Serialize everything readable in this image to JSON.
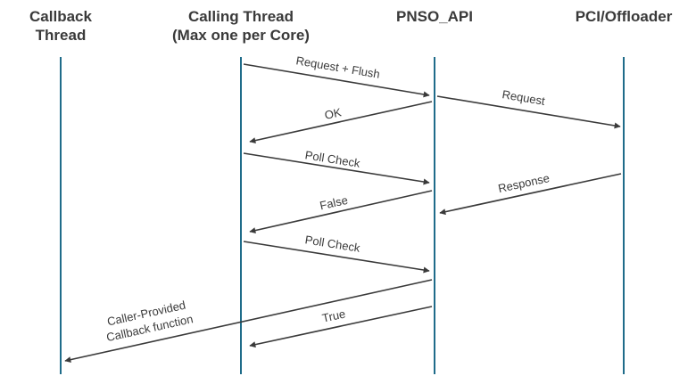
{
  "lifelines": [
    {
      "id": "callback",
      "lines": [
        "Callback",
        "Thread"
      ]
    },
    {
      "id": "calling",
      "lines": [
        "Calling Thread",
        "(Max one per Core)"
      ]
    },
    {
      "id": "pnso",
      "lines": [
        "PNSO_API"
      ]
    },
    {
      "id": "pci",
      "lines": [
        "PCI/Offloader"
      ]
    }
  ],
  "messages": [
    {
      "id": "request-flush",
      "from": "calling",
      "to": "pnso",
      "lines": [
        "Request  + Flush"
      ]
    },
    {
      "id": "request",
      "from": "pnso",
      "to": "pci",
      "lines": [
        "Request"
      ]
    },
    {
      "id": "ok",
      "from": "pnso",
      "to": "calling",
      "lines": [
        "OK"
      ]
    },
    {
      "id": "poll-check-1",
      "from": "calling",
      "to": "pnso",
      "lines": [
        "Poll Check"
      ]
    },
    {
      "id": "response",
      "from": "pci",
      "to": "pnso",
      "lines": [
        "Response"
      ]
    },
    {
      "id": "false",
      "from": "pnso",
      "to": "calling",
      "lines": [
        "False"
      ]
    },
    {
      "id": "poll-check-2",
      "from": "calling",
      "to": "pnso",
      "lines": [
        "Poll Check"
      ]
    },
    {
      "id": "callback-call",
      "from": "pnso",
      "to": "callback",
      "lines": [
        "Caller-Provided",
        "Callback function"
      ]
    },
    {
      "id": "true",
      "from": "pnso",
      "to": "calling",
      "lines": [
        "True"
      ]
    }
  ],
  "colors": {
    "lifeline": "#1f6c8a",
    "arrow": "#3a3a3a",
    "text": "#3a3a3a"
  }
}
